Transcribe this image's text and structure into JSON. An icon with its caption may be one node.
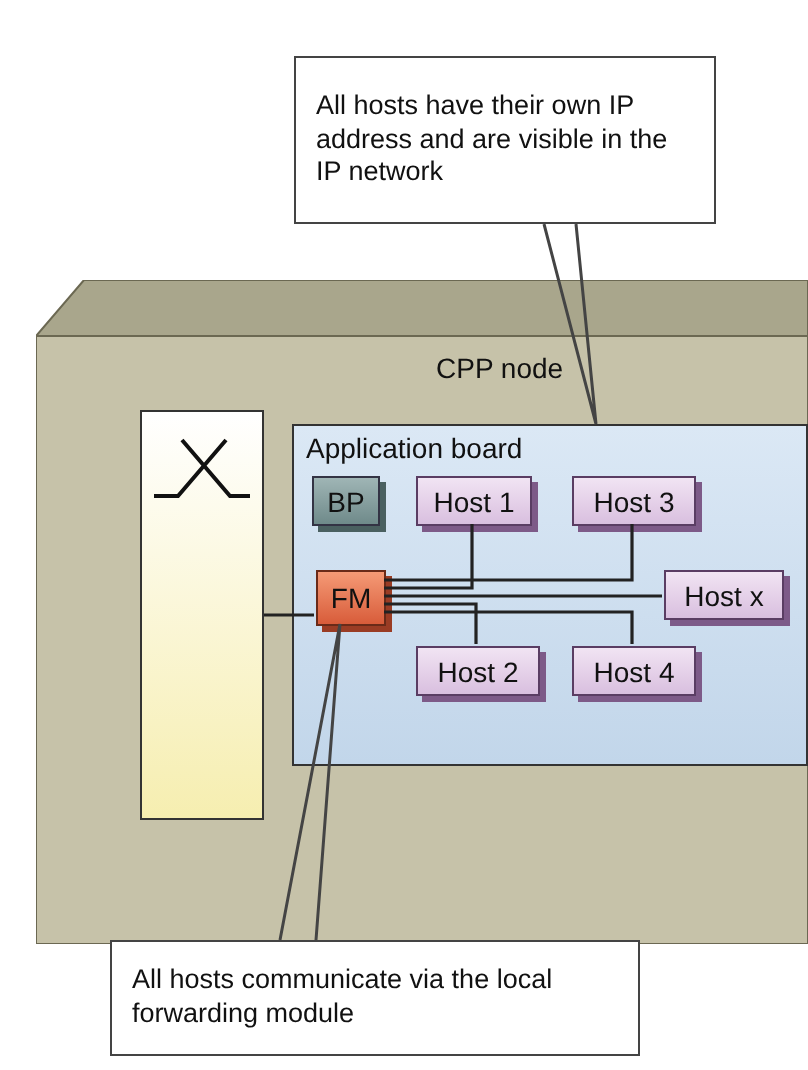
{
  "diagram": {
    "nodes": [
      {
        "text": [
          "All hosts have their own IP address and are visible in the IP network"
        ]
      },
      {
        "text": [
          "CPP node"
        ]
      },
      {
        "text": [],
        "shape": "box",
        "in": 1
      },
      {
        "text": [
          "Application board"
        ],
        "in": 1
      },
      {
        "text": [
          "BP"
        ],
        "in": 3
      },
      {
        "text": [
          "Host 1"
        ],
        "in": 3
      },
      {
        "text": [
          "Host 3"
        ],
        "in": 3
      },
      {
        "text": [
          "FM"
        ],
        "in": 3
      },
      {
        "text": [
          "Host x"
        ],
        "in": 3
      },
      {
        "text": [
          "Host 2"
        ],
        "in": 3
      },
      {
        "text": [
          "Host 4"
        ],
        "in": 3
      },
      {
        "text": [
          "All hosts communicate via the local forwarding module"
        ]
      }
    ],
    "edges": [
      {
        "from": 0,
        "to": 3,
        "arrow": "none"
      },
      {
        "from": 11,
        "to": 7,
        "arrow": "none"
      },
      {
        "from": 2,
        "to": 7,
        "arrow": "none"
      },
      {
        "from": 7,
        "to": 5,
        "arrow": "none"
      },
      {
        "from": 7,
        "to": 6,
        "arrow": "none"
      },
      {
        "from": 7,
        "to": 8,
        "arrow": "none"
      },
      {
        "from": 7,
        "to": 9,
        "arrow": "none"
      },
      {
        "from": 7,
        "to": 10,
        "arrow": "none"
      }
    ]
  }
}
